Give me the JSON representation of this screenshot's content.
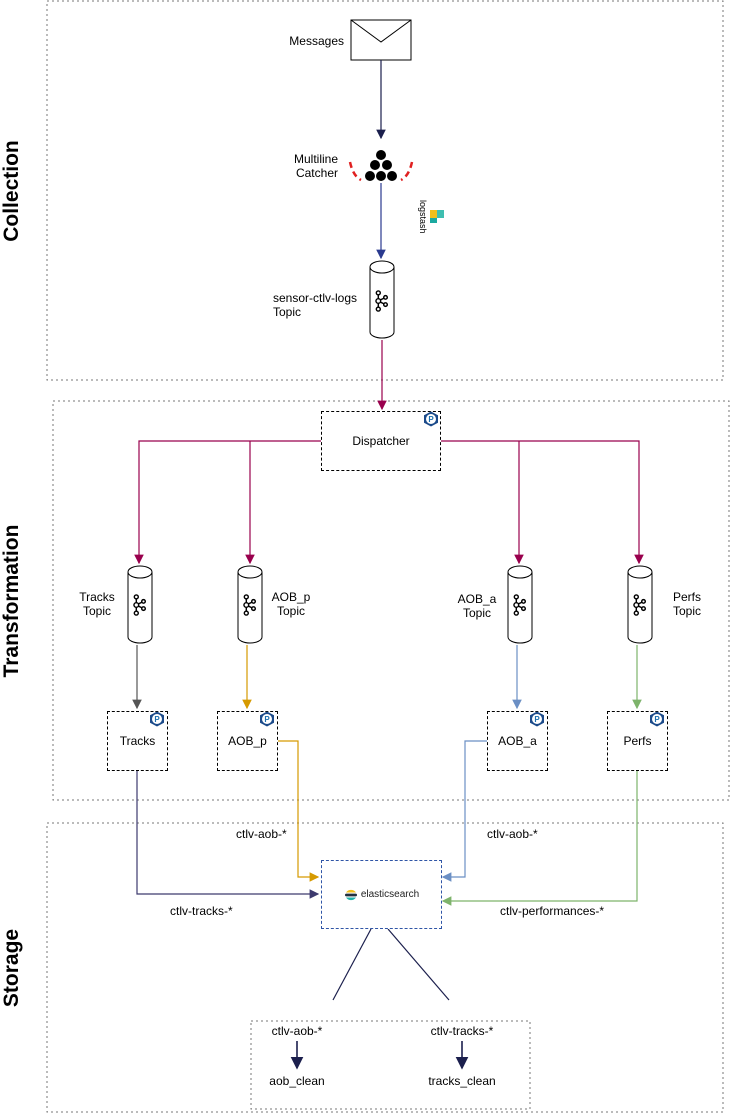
{
  "sections": {
    "collection": "Collection",
    "transformation": "Transformation",
    "storage": "Storage"
  },
  "collection": {
    "messages_label": "Messages",
    "multiline_label": "Multiline\nCatcher",
    "logstash_label": "logstash",
    "topic_label": "sensor-ctlv-logs\nTopic"
  },
  "transformation": {
    "dispatcher_label": "Dispatcher",
    "topics": [
      "Tracks\nTopic",
      "AOB_p\nTopic",
      "AOB_a\nTopic",
      "Perfs\nTopic"
    ],
    "processors": [
      "Tracks",
      "AOB_p",
      "AOB_a",
      "Perfs"
    ]
  },
  "storage": {
    "elasticsearch_label": "elasticsearch",
    "index_labels": {
      "aob_left": "ctlv-aob-*",
      "aob_right": "ctlv-aob-*",
      "tracks": "ctlv-tracks-*",
      "performances": "ctlv-performances-*"
    },
    "outputs": {
      "left_source": "ctlv-aob-*",
      "left_target": "aob_clean",
      "right_source": "ctlv-tracks-*",
      "right_target": "tracks_clean"
    }
  },
  "colors": {
    "navy": "#1b1f4d",
    "magenta": "#99004d",
    "grey": "#555555",
    "gold": "#d69a00",
    "blue": "#6b8fc4",
    "green": "#7db36b",
    "es_border": "#2f55a6"
  }
}
